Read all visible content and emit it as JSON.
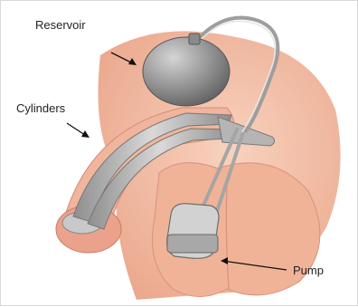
{
  "labels": {
    "reservoir": "Reservoir",
    "cylinders": "Cylinders",
    "pump": "Pump"
  },
  "colors": {
    "skin": "#f2bfa6",
    "skin_shadow": "#e8a58a",
    "device_gray": "#9a9a9a",
    "device_dark": "#6e6e6e",
    "tube": "#b8b8b8",
    "label_text": "#222222",
    "border": "#d8d8d8"
  }
}
